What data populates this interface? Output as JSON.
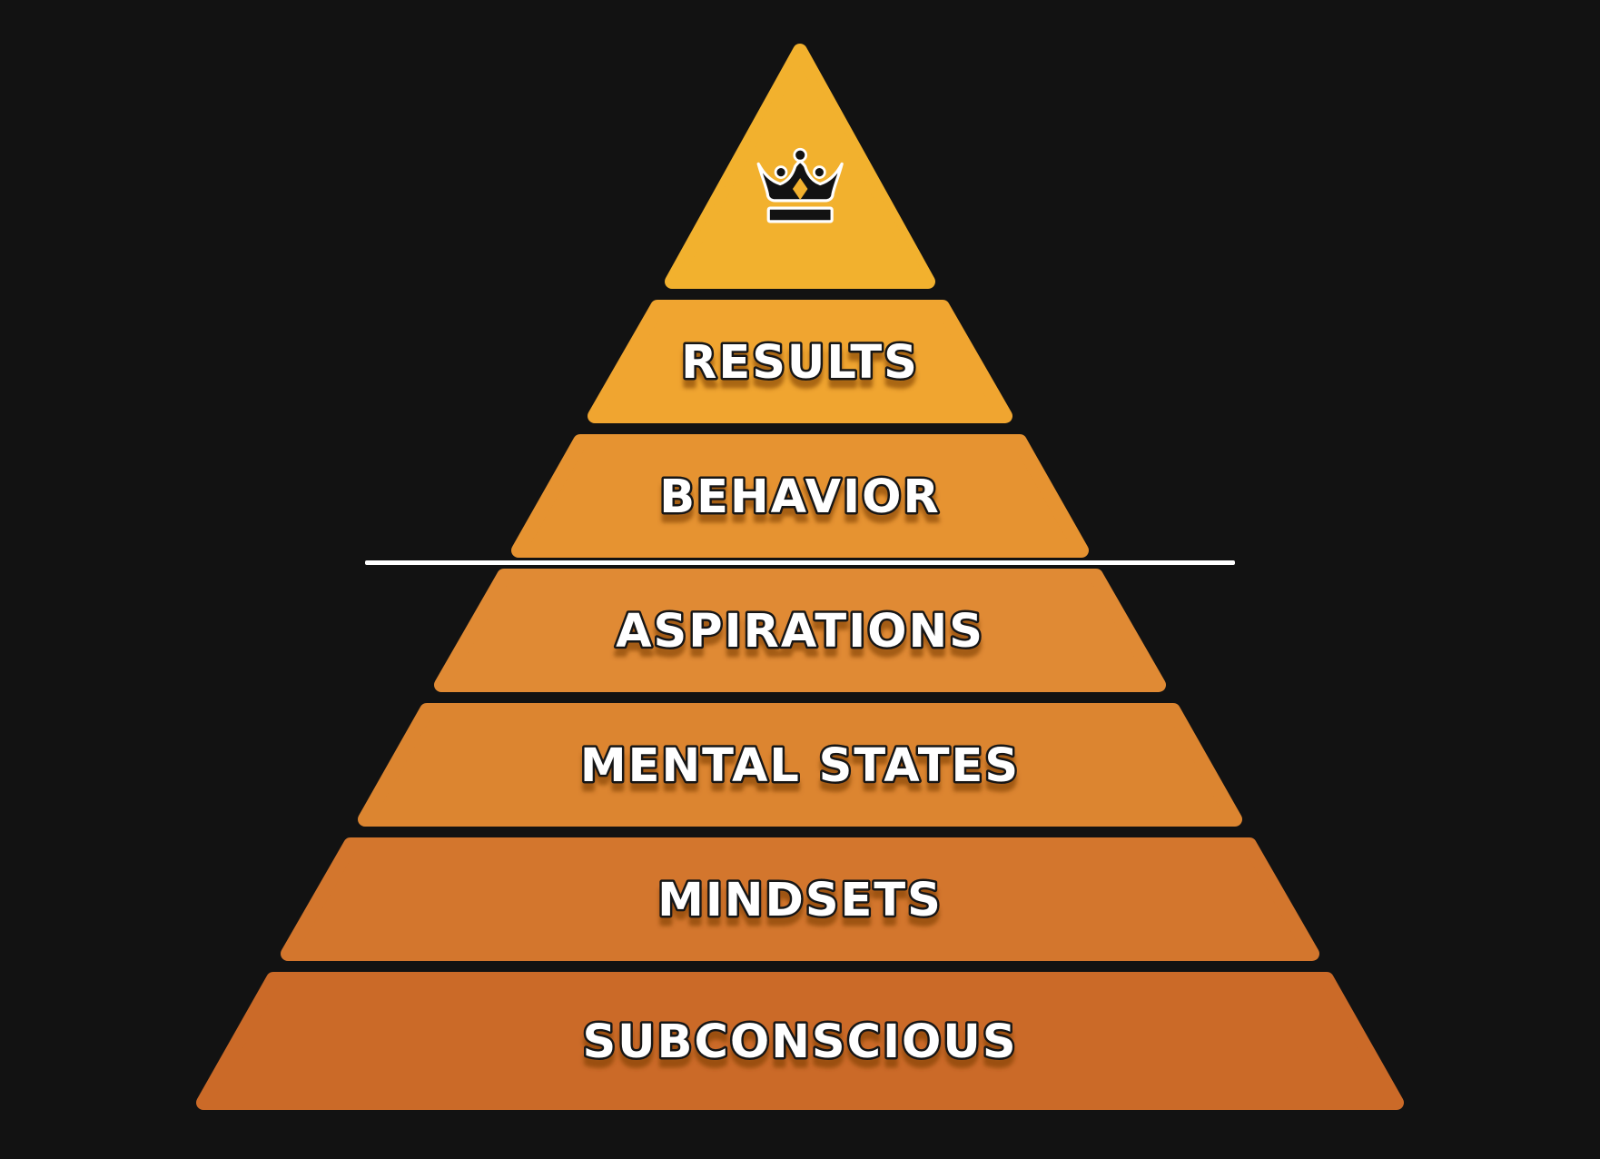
{
  "diagram": {
    "type": "pyramid",
    "orientation": "top-to-bottom",
    "colors": {
      "background": "#121212",
      "label_text": "#FFFFFF",
      "label_outline": "#161616",
      "label_shadow": "#7A3C05",
      "divider": "#FFFFFF",
      "crown_fill": "#121212",
      "crown_outline": "#FFFFFF"
    },
    "levels": [
      {
        "label": "",
        "color": "#F2B12E",
        "icon": "crown-icon"
      },
      {
        "label": "RESULTS",
        "color": "#F0A530"
      },
      {
        "label": "BEHAVIOR",
        "color": "#E69331"
      },
      {
        "label": "ASPIRATIONS",
        "color": "#E08A34"
      },
      {
        "label": "MENTAL STATES",
        "color": "#DC8530"
      },
      {
        "label": "MINDSETS",
        "color": "#D3762D"
      },
      {
        "label": "SUBCONSCIOUS",
        "color": "#CB6A28"
      }
    ],
    "divider": {
      "description": "horizontal white line separating BEHAVIOR from ASPIRATIONS",
      "color": "#FFFFFF"
    }
  }
}
